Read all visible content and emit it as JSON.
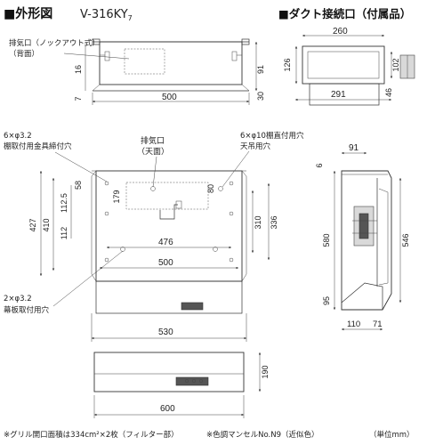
{
  "header": {
    "title": "■外形図",
    "model": "V-316KY",
    "model_sub": "7",
    "duct_title": "■ダクト接続口（付属品）"
  },
  "labels": {
    "exhaust_back": "排気口（ノックアウト式）",
    "exhaust_back2": "（背面）",
    "holes_shelf1": "6×φ3.2",
    "holes_shelf2": "棚取付用金具締付穴",
    "exhaust_top1": "排気口",
    "exhaust_top2": "（天面）",
    "holes_hang1": "6×φ10棚直付用穴",
    "holes_hang2": "天吊用穴",
    "holes_panel1": "2×φ3.2",
    "holes_panel2": "幕板取付用穴"
  },
  "dims": {
    "top_500": "500",
    "top_7": "7",
    "top_16": "16",
    "top_30": "30",
    "top_91": "91",
    "duct_260": "260",
    "duct_126": "126",
    "duct_102": "102",
    "duct_291": "291",
    "duct_46": "46",
    "front_179": "179",
    "front_112a": "112.5",
    "front_58": "58",
    "front_427": "427",
    "front_410": "410",
    "front_112b": "112",
    "front_80": "80",
    "front_310": "310",
    "front_336": "336",
    "front_476": "476",
    "front_500": "500",
    "front_530": "530",
    "side_91": "91",
    "side_6": "6",
    "side_580": "580",
    "side_546": "546",
    "side_95": "95",
    "side_110": "110",
    "side_71": "71",
    "bottom_190": "190",
    "bottom_600": "600"
  },
  "footer": {
    "note_grille": "※グリル開口面積は334cm²×2枚（フィルター部）",
    "note_color": "※色調マンセルNo.N9（近似色）",
    "unit": "（単位mm）"
  }
}
